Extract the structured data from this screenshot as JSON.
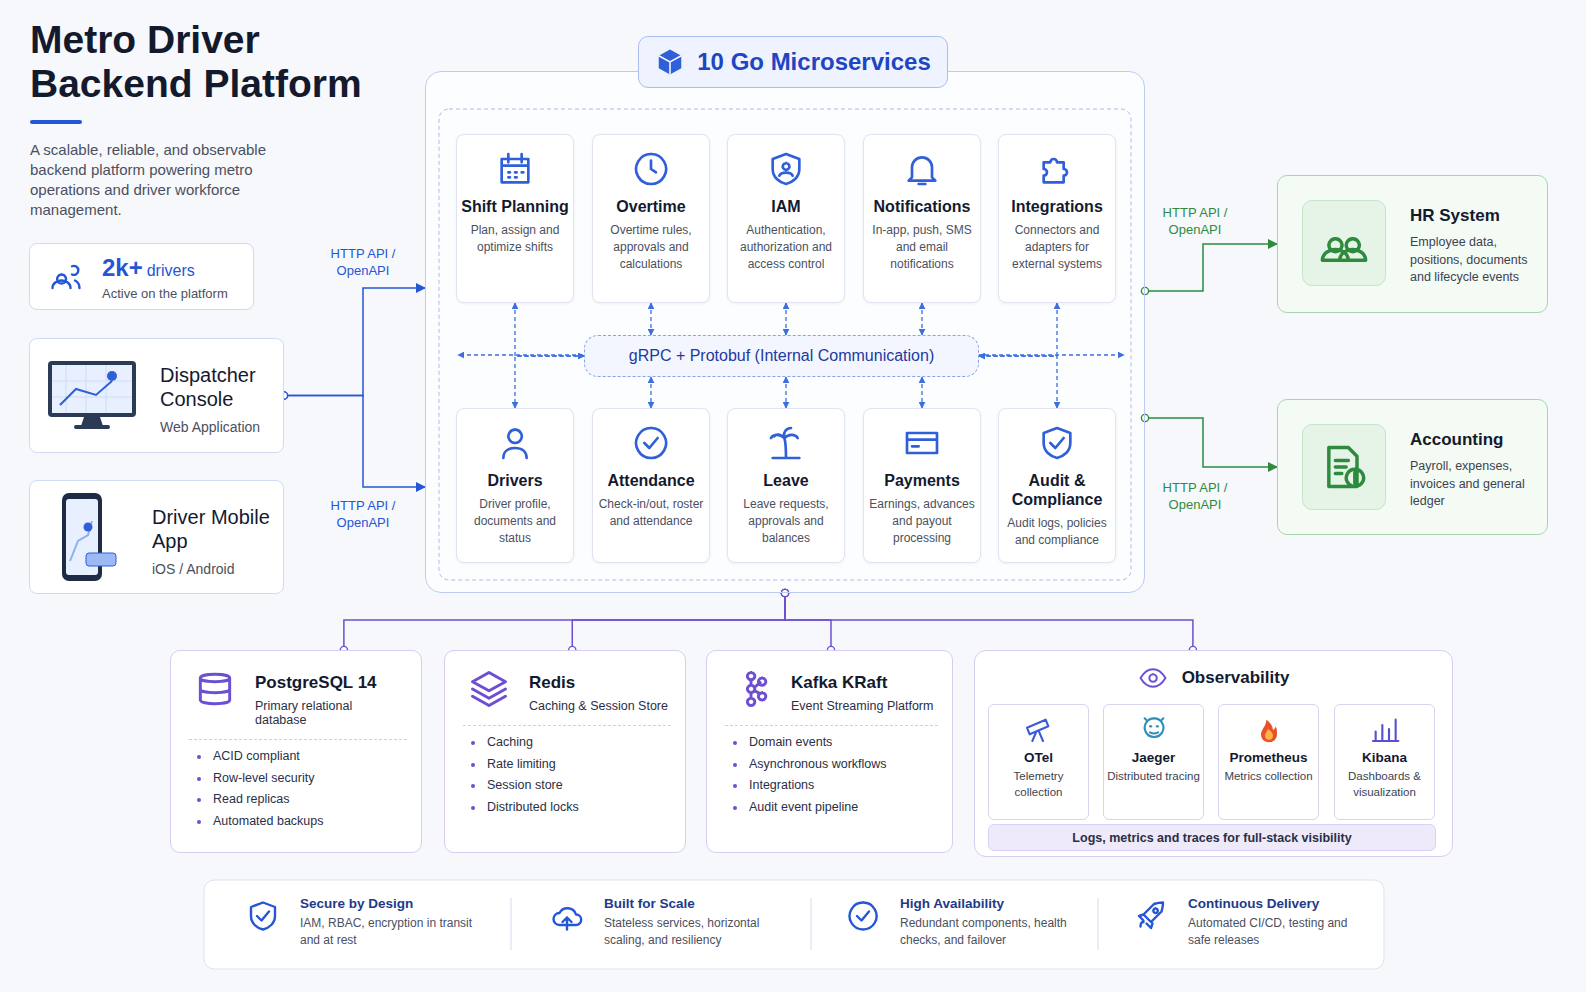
{
  "diagram": {
    "title": "Metro Driver Backend Platform",
    "nodes": [
      {
        "text": [
          "2k+",
          "drivers",
          "Active on the platform"
        ]
      },
      {
        "text": [
          "Dispatcher Console",
          "Web Application"
        ]
      },
      {
        "text": [
          "Driver Mobile App",
          "iOS / Android"
        ]
      },
      {
        "text": [
          "10 Go Microservices"
        ]
      },
      {
        "text": [
          "Shift Planning",
          "Plan, assign and optimize shifts"
        ],
        "in": 3
      },
      {
        "text": [
          "Overtime",
          "Overtime rules, approvals and calculations"
        ],
        "in": 3
      },
      {
        "text": [
          "IAM",
          "Authentication, authorization and access control"
        ],
        "in": 3
      },
      {
        "text": [
          "Notifications",
          "In-app, push, SMS and email notifications"
        ],
        "in": 3
      },
      {
        "text": [
          "Integrations",
          "Connectors and adapters for external systems"
        ],
        "in": 3
      },
      {
        "text": [
          "gRPC + Protobuf (Internal Communication)"
        ],
        "in": 3
      },
      {
        "text": [
          "Drivers",
          "Driver profile, documents and status"
        ],
        "in": 3
      },
      {
        "text": [
          "Attendance",
          "Check-in/out, roster and attendance"
        ],
        "in": 3
      },
      {
        "text": [
          "Leave",
          "Leave requests, approvals and balances"
        ],
        "in": 3
      },
      {
        "text": [
          "Payments",
          "Earnings, advances and payout processing"
        ],
        "in": 3
      },
      {
        "text": [
          "Audit & Compliance",
          "Audit logs, policies and compliance"
        ],
        "in": 3
      },
      {
        "text": [
          "HR System",
          "Employee data, positions, documents and lifecycle events"
        ]
      },
      {
        "text": [
          "Accounting",
          "Payroll, expenses, invoices and general ledger"
        ]
      },
      {
        "text": [
          "PostgreSQL 14",
          "Primary relational database",
          "ACID compliant",
          "Row-level security",
          "Read replicas",
          "Automated backups"
        ]
      },
      {
        "text": [
          "Redis",
          "Caching & Session Store",
          "Caching",
          "Rate limiting",
          "Session store",
          "Distributed locks"
        ]
      },
      {
        "text": [
          "Kafka KRaft",
          "Event Streaming Platform",
          "Domain events",
          "Asynchronous workflows",
          "Integrations",
          "Audit event pipeline"
        ]
      },
      {
        "text": [
          "Observability"
        ]
      },
      {
        "text": [
          "OTel",
          "Telemetry collection"
        ],
        "in": 20
      },
      {
        "text": [
          "Jaeger",
          "Distributed tracing"
        ],
        "in": 20
      },
      {
        "text": [
          "Prometheus",
          "Metrics collection"
        ],
        "in": 20
      },
      {
        "text": [
          "Kibana",
          "Dashboards & visualization"
        ],
        "in": 20
      },
      {
        "text": [
          "Logs, metrics and traces for full-stack visibility"
        ],
        "in": 20
      },
      {
        "text": [
          "Secure by Design",
          "IAM, RBAC, encryption in transit and at rest"
        ]
      },
      {
        "text": [
          "Built for Scale",
          "Stateless services, horizontal scaling, and resiliency"
        ]
      },
      {
        "text": [
          "High Availability",
          "Redundant components, health checks, and failover"
        ]
      },
      {
        "text": [
          "Continuous Delivery",
          "Automated CI/CD, testing and safe releases"
        ]
      }
    ],
    "edges": [
      {
        "from": 1,
        "to": 3,
        "arrow": "to",
        "label": "HTTP API / OpenAPI"
      },
      {
        "from": 1,
        "to": 3,
        "arrow": "to",
        "label": "HTTP API / OpenAPI"
      },
      {
        "from": 3,
        "to": 15,
        "arrow": "to",
        "label": "HTTP API / OpenAPI"
      },
      {
        "from": 3,
        "to": 16,
        "arrow": "to",
        "label": "HTTP API / OpenAPI"
      },
      {
        "from": 4,
        "to": 9,
        "arrow": "both"
      },
      {
        "from": 5,
        "to": 9,
        "arrow": "both"
      },
      {
        "from": 6,
        "to": 9,
        "arrow": "both"
      },
      {
        "from": 7,
        "to": 9,
        "arrow": "both"
      },
      {
        "from": 8,
        "to": 9,
        "arrow": "both"
      },
      {
        "from": 9,
        "to": 10,
        "arrow": "both"
      },
      {
        "from": 9,
        "to": 11,
        "arrow": "both"
      },
      {
        "from": 9,
        "to": 12,
        "arrow": "both"
      },
      {
        "from": 9,
        "to": 13,
        "arrow": "both"
      },
      {
        "from": 9,
        "to": 14,
        "arrow": "both"
      },
      {
        "from": 3,
        "to": 17,
        "arrow": "none"
      },
      {
        "from": 3,
        "to": 18,
        "arrow": "none"
      },
      {
        "from": 3,
        "to": 19,
        "arrow": "none"
      },
      {
        "from": 3,
        "to": 20,
        "arrow": "none"
      }
    ],
    "labels": [
      "A scalable, reliable, and observable backend platform powering metro operations and driver workforce management."
    ]
  }
}
